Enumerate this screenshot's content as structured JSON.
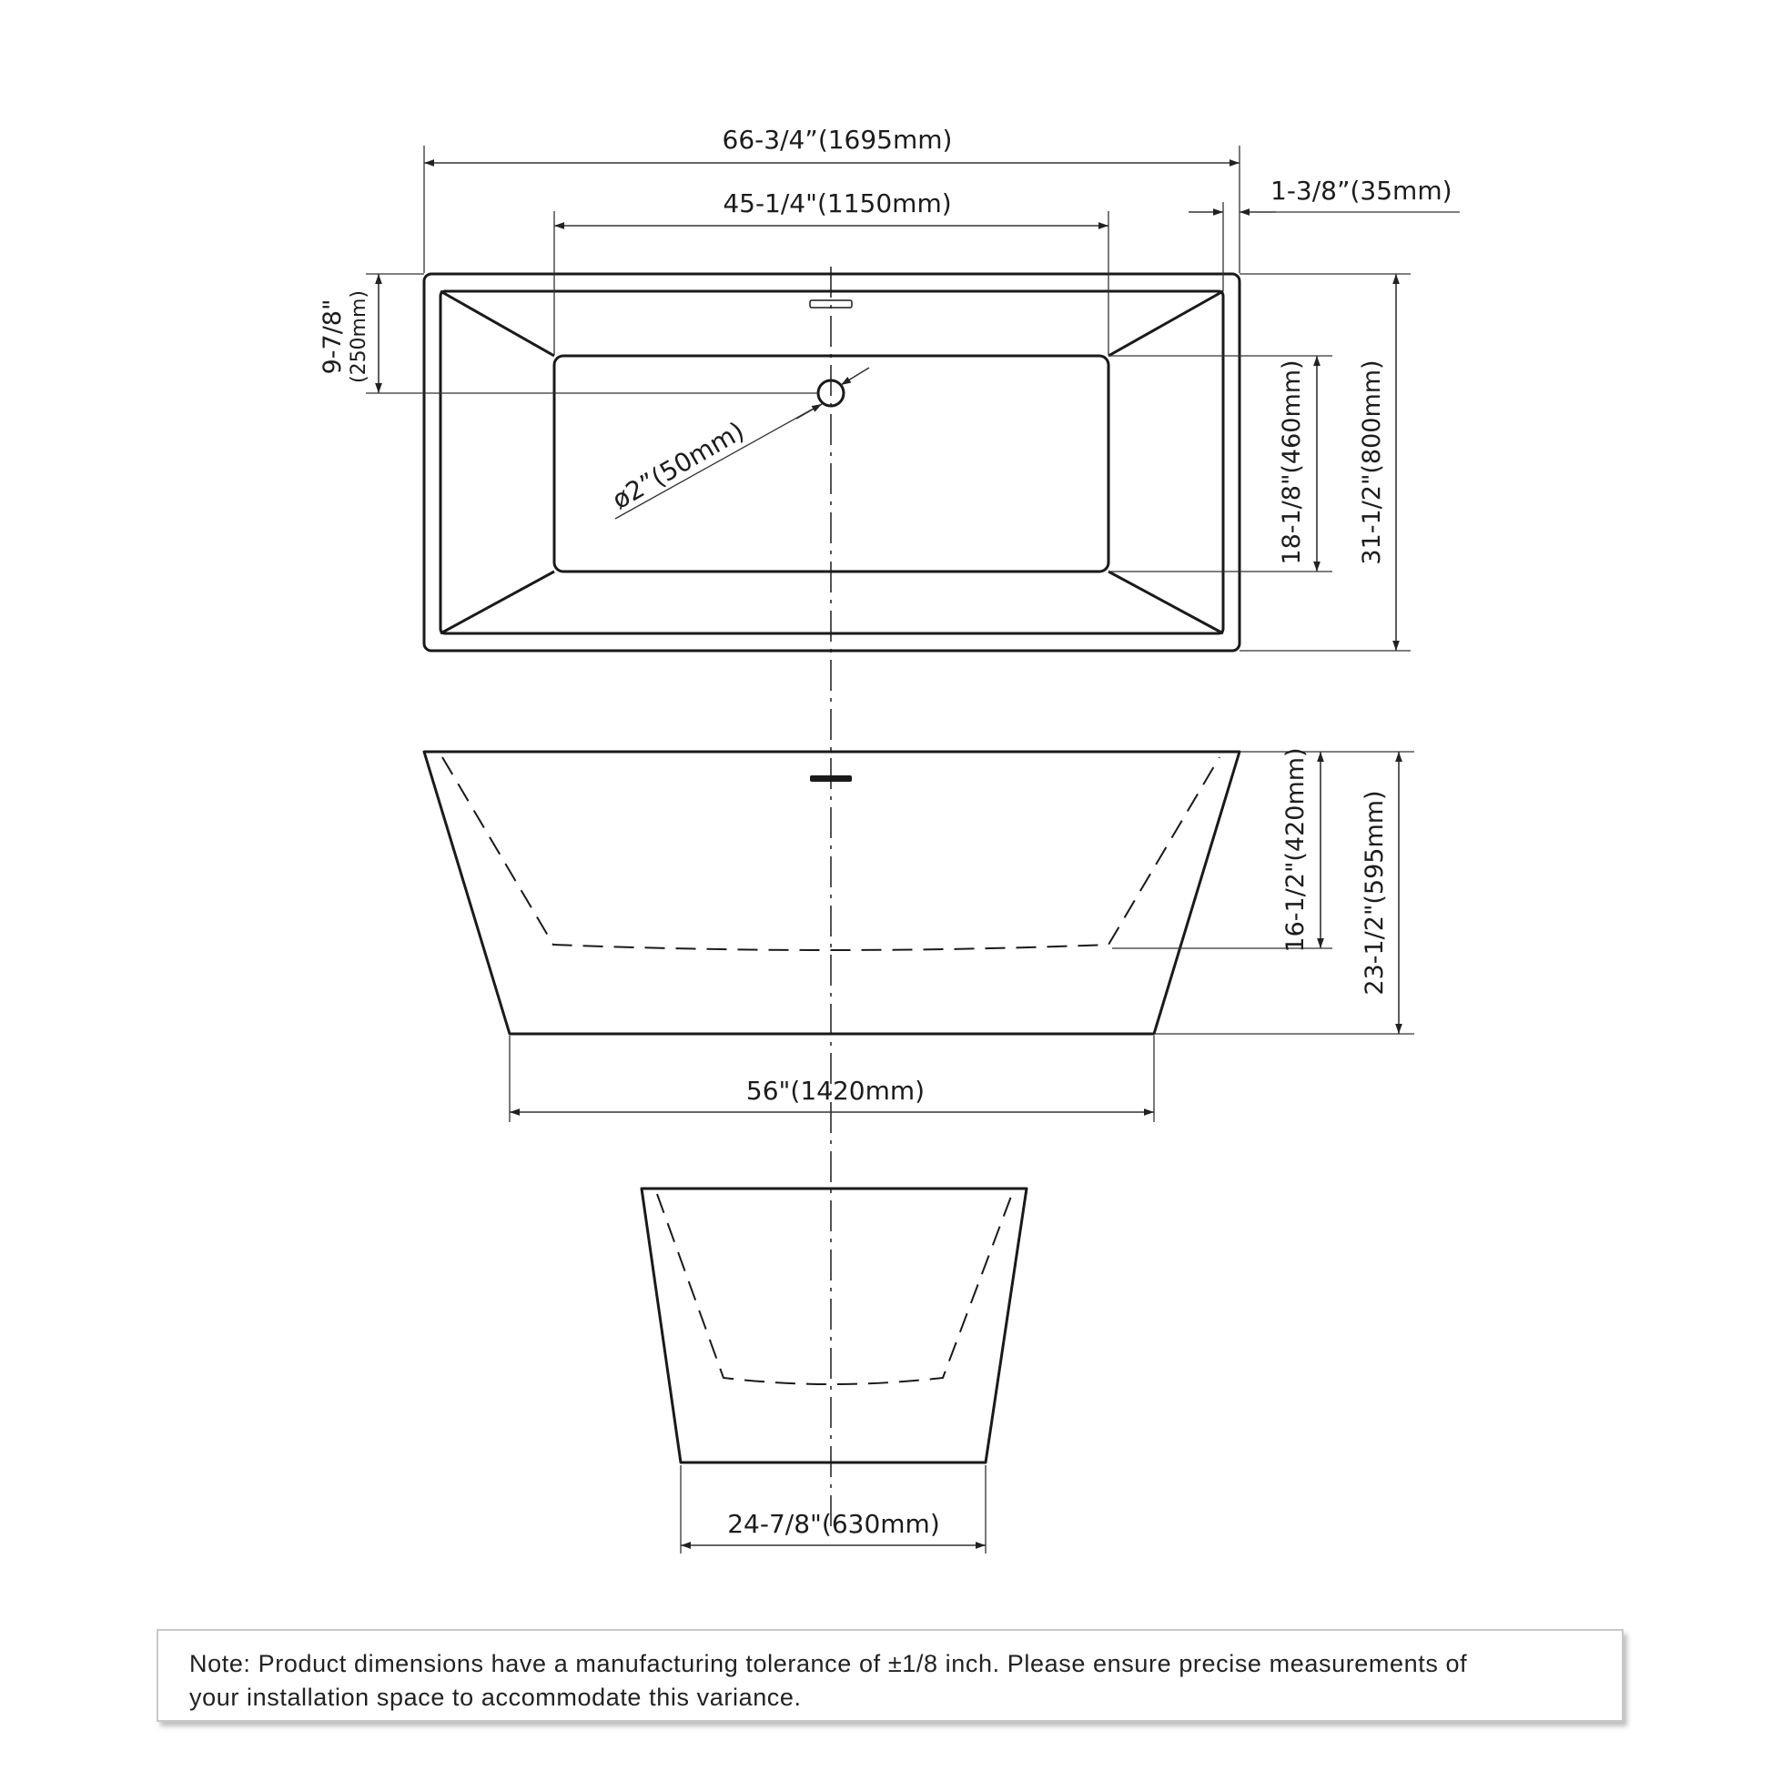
{
  "top_view": {
    "overall_length": "66-3/4”(1695mm)",
    "interior_length": "45-1/4\"(1150mm)",
    "rim_width": "1-3/8”(35mm)",
    "drain_offset_in": "9-7/8\"",
    "drain_offset_mm": "(250mm)",
    "drain_diameter": "ø2”(50mm)",
    "interior_width": "18-1/8\"(460mm)",
    "overall_width": "31-1/2\"(800mm)"
  },
  "side_view": {
    "interior_depth": "16-1/2\"(420mm)",
    "overall_height": "23-1/2\"(595mm)",
    "base_length": "56\"(1420mm)"
  },
  "end_view": {
    "base_width": "24-7/8\"(630mm)"
  },
  "note": {
    "line1": "Note: Product dimensions have a manufacturing tolerance of ±1/8 inch. Please ensure precise measurements of",
    "line2": "your installation space to accommodate this variance."
  }
}
